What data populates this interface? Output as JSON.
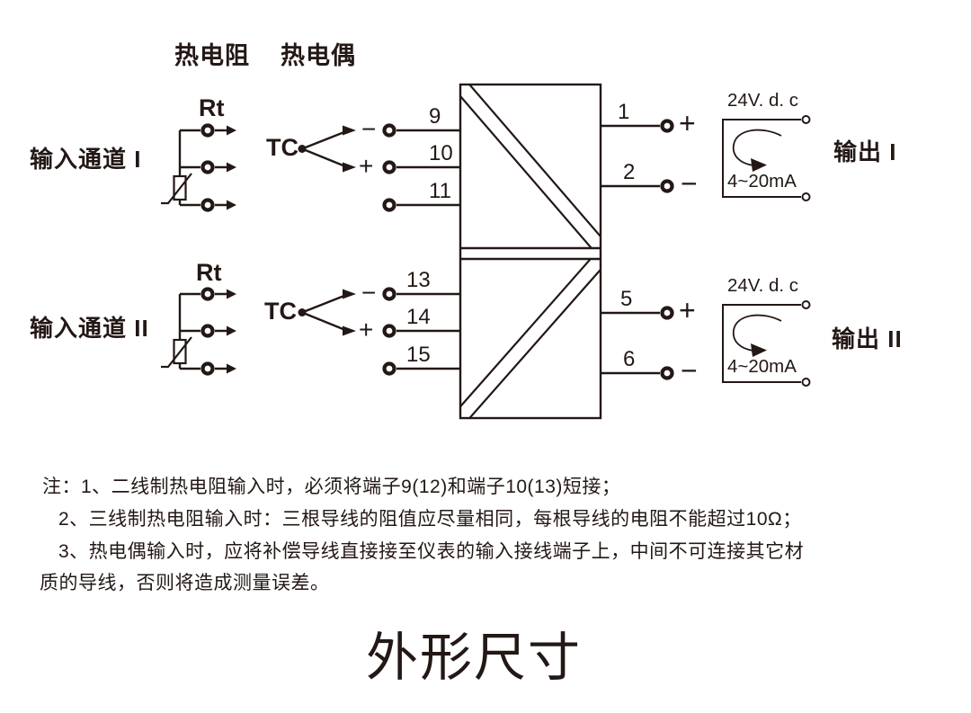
{
  "colors": {
    "ink": "#231815",
    "background": "#ffffff"
  },
  "headers": {
    "rtd": "热电阻",
    "thermocouple": "热电偶"
  },
  "channels": [
    {
      "input_label": "输入通道 I",
      "rt_label": "Rt",
      "tc_label": "TC",
      "tc_neg": "−",
      "tc_pos": "+",
      "terminals": [
        "9",
        "10",
        "11"
      ],
      "out_terminals": [
        "1",
        "2"
      ],
      "out_pos": "+",
      "out_neg": "−",
      "supply": "24V. d. c",
      "current": "4~20mA",
      "output_label": "输出 I"
    },
    {
      "input_label": "输入通道 II",
      "rt_label": "Rt",
      "tc_label": "TC",
      "tc_neg": "−",
      "tc_pos": "+",
      "terminals": [
        "13",
        "14",
        "15"
      ],
      "out_terminals": [
        "5",
        "6"
      ],
      "out_pos": "+",
      "out_neg": "−",
      "supply": "24V. d. c",
      "current": "4~20mA",
      "output_label": "输出 II"
    }
  ],
  "notes": {
    "line1": "注：1、二线制热电阻输入时，必须将端子9(12)和端子10(13)短接；",
    "line2": "2、三线制热电阻输入时：三根导线的阻值应尽量相同，每根导线的电阻不能超过10Ω；",
    "line3": "3、热电偶输入时，应将补偿导线直接接至仪表的输入接线端子上，中间不可连接其它材",
    "line4": "质的导线，否则将造成测量误差。"
  },
  "title": "外形尺寸"
}
